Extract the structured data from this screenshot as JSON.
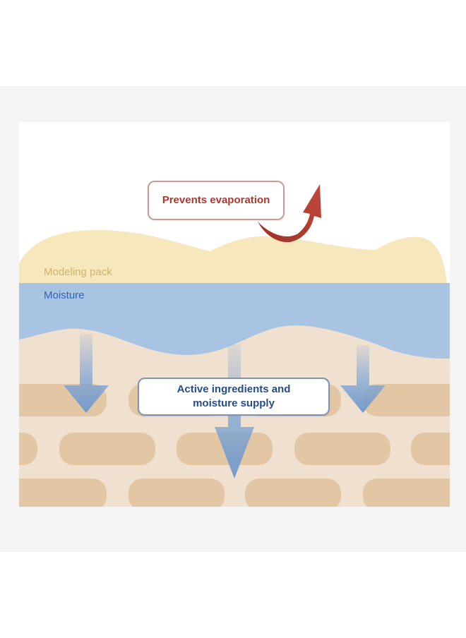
{
  "labels": {
    "modeling_pack": "Modeling pack",
    "moisture": "Moisture",
    "prevents_evaporation": "Prevents evaporation",
    "active_ingredients_line1": "Active ingredients and",
    "active_ingredients_line2": "moisture supply"
  },
  "colors": {
    "frame_background": "#f4f4f4",
    "canvas_background": "#ffffff",
    "modeling_pack": "#f7e7bd",
    "moisture": "#a9c4e2",
    "skin": "#f0e0cf",
    "skin_cells": "#e3c7a4",
    "down_arrow": "#7ea4d3",
    "evaporation_arrow": "#b84236",
    "evaporation_text": "#b0372d",
    "active_text": "#264c8b"
  },
  "icons": {
    "evaporation": "curved-arrow-up-right-icon",
    "absorption": "arrow-down-icon"
  }
}
